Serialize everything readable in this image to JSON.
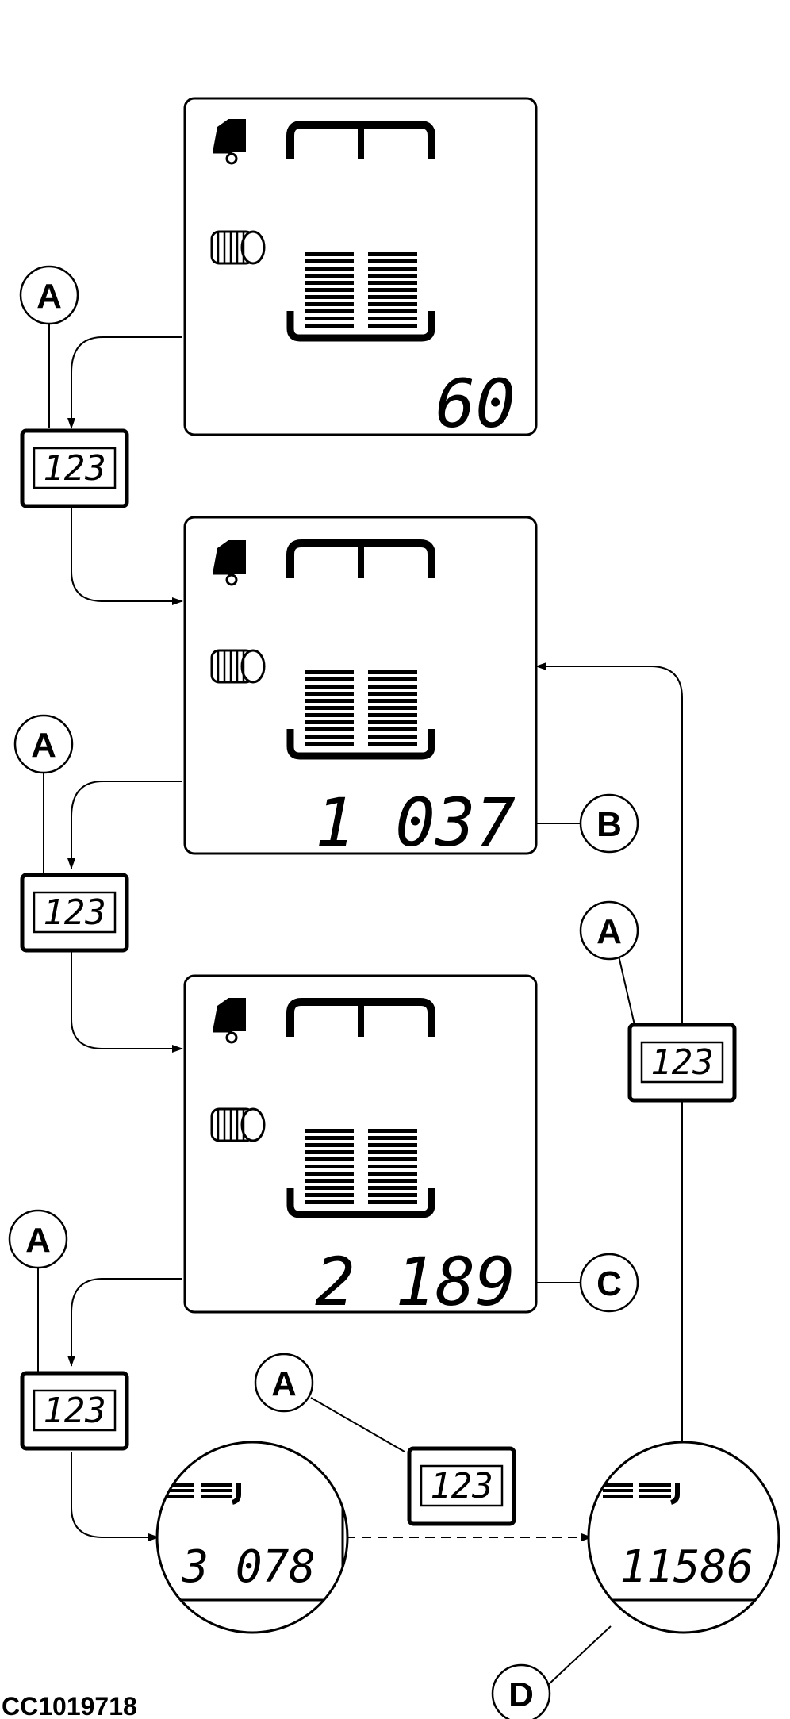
{
  "figure_code": "CC1019718",
  "button_label": "123",
  "callouts": {
    "a": "A",
    "b": "B",
    "c": "C",
    "d": "D"
  },
  "screens": [
    {
      "value": "60"
    },
    {
      "value": "1 037"
    },
    {
      "value": "2 189"
    }
  ],
  "zoom_screens": [
    {
      "value": "3 078"
    },
    {
      "value": "11586"
    }
  ]
}
